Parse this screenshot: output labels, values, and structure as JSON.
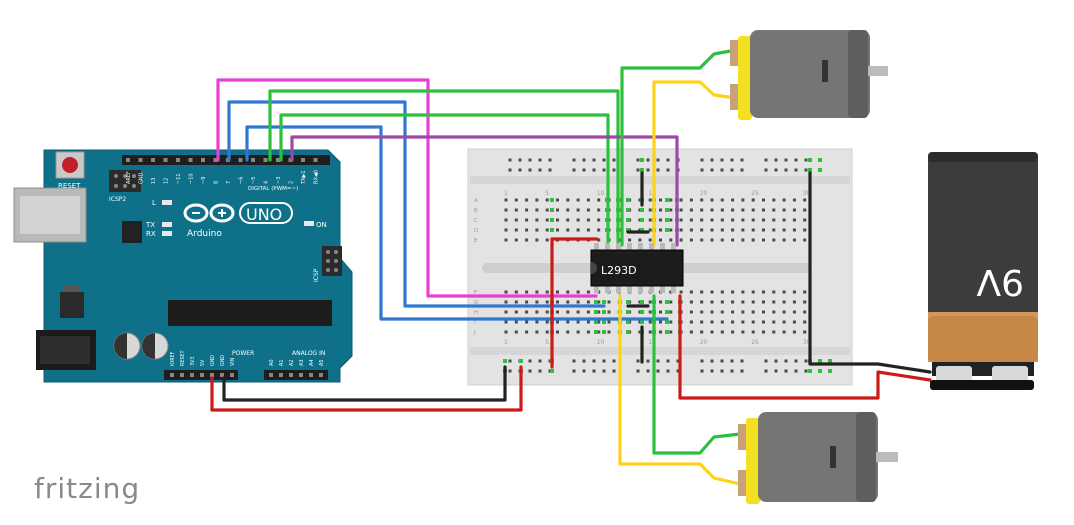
{
  "brand": "fritzing",
  "arduino": {
    "reset_label": "RESET",
    "icsp2_label": "ICSP2",
    "icsp_label": "ICSP",
    "logo_text": "Arduino",
    "model": "UNO",
    "led_l": "L",
    "led_tx": "TX",
    "led_rx": "RX",
    "on_label": "ON",
    "digital_label": "DIGITAL (PWM=~)",
    "power_label": "POWER",
    "analog_label": "ANALOG IN",
    "digital_pins": [
      "AREF",
      "GND",
      "13",
      "12",
      "~11",
      "~10",
      "~9",
      "8",
      "7",
      "~6",
      "~5",
      "4",
      "~3",
      "2",
      "TX▶1",
      "RX◀0"
    ],
    "power_pins": [
      "IOREF",
      "RESET",
      "3V3",
      "5V",
      "GND",
      "GND",
      "VIN"
    ],
    "analog_pins": [
      "A0",
      "A1",
      "A2",
      "A3",
      "A4",
      "A5"
    ]
  },
  "breadboard": {
    "col_numbers": [
      "1",
      "5",
      "10",
      "15",
      "20",
      "25",
      "30"
    ],
    "row_letters_top": [
      "A",
      "B",
      "C",
      "D",
      "E"
    ],
    "row_letters_bottom": [
      "F",
      "G",
      "H",
      "I",
      "J"
    ]
  },
  "chip_label": "L293D",
  "battery_label": "9V",
  "colors": {
    "magenta": "#e83fd5",
    "blue": "#2f77d0",
    "green": "#2fbf3f",
    "purple": "#9c49a8",
    "yellow": "#ffd21a",
    "red": "#cc1a1a",
    "black": "#222222",
    "board": "#0e7189"
  }
}
